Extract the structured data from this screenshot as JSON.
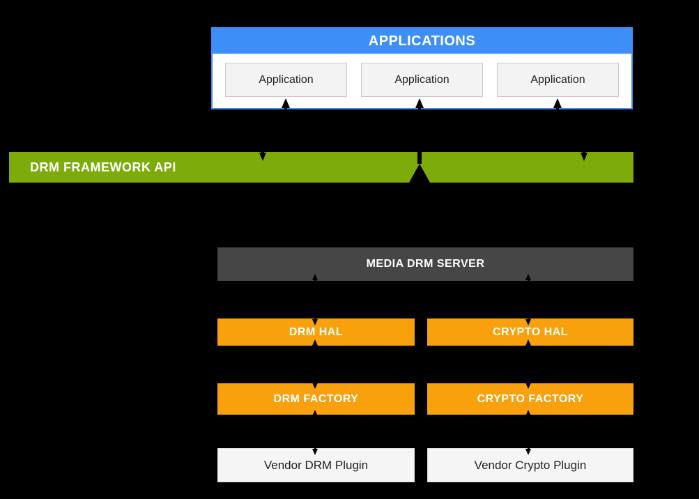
{
  "colors": {
    "background": "#000000",
    "blue": "#3E8EF7",
    "green": "#7CAB0A",
    "orange": "#F9A10D",
    "dark_gray": "#464646",
    "light_box": "#F3F3F3",
    "light_box_border": "#C9C9C9",
    "vendor_box": "#F5F5F5",
    "white": "#FFFFFF",
    "arrow": "#000000",
    "dark_text": "#202124"
  },
  "applications_panel": {
    "title": "APPLICATIONS",
    "items": [
      {
        "label": "Application"
      },
      {
        "label": "Application"
      },
      {
        "label": "Application"
      }
    ]
  },
  "framework": {
    "label": "DRM FRAMEWORK API"
  },
  "media_server": {
    "label": "MEDIA DRM SERVER"
  },
  "hal": {
    "drm": "DRM HAL",
    "crypto": "CRYPTO HAL"
  },
  "factory": {
    "drm": "DRM FACTORY",
    "crypto": "CRYPTO FACTORY"
  },
  "vendor": {
    "drm": "Vendor DRM Plugin",
    "crypto": "Vendor Crypto Plugin"
  }
}
